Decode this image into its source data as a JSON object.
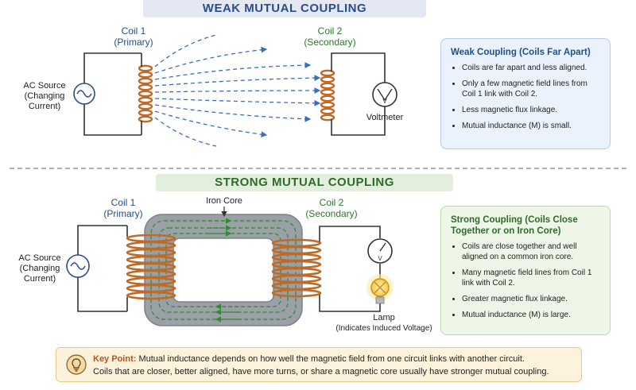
{
  "weak": {
    "title": "WEAK MUTUAL COUPLING",
    "coil1_title": "Coil 1",
    "coil1_sub": "(Primary)",
    "coil2_title": "Coil 2",
    "coil2_sub": "(Secondary)",
    "source_label": [
      "AC Source",
      "(Changing",
      "Current)"
    ],
    "meter_label": "Voltmeter",
    "box_title": "Weak Coupling (Coils Far Apart)",
    "bullets": [
      "Coils are far apart and less aligned.",
      "Only a few magnetic field lines from Coil 1 link with Coil 2.",
      "Less magnetic flux linkage.",
      "Mutual inductance (M) is small."
    ]
  },
  "strong": {
    "title": "STRONG MUTUAL COUPLING",
    "coil1_title": "Coil 1",
    "coil1_sub": "(Primary)",
    "coil2_title": "Coil 2",
    "coil2_sub": "(Secondary)",
    "core_label": "Iron Core",
    "source_label": [
      "AC Source",
      "(Changing",
      "Current)"
    ],
    "lamp_label": "Lamp",
    "lamp_sub": "(Indicates Induced Voltage)",
    "box_title": "Strong Coupling (Coils Close Together or on Iron Core)",
    "bullets": [
      "Coils are close together and well aligned on a common iron core.",
      "Many magnetic field lines from Coil 1 link with Coil 2.",
      "Greater magnetic flux linkage.",
      "Mutual inductance (M) is large."
    ]
  },
  "key": {
    "label": "Key Point:",
    "line1": "Mutual inductance depends on how well the magnetic field from one circuit links with another circuit.",
    "line2": "Coils that are closer, better aligned, have more turns, or share a magnetic core usually have stronger mutual coupling."
  },
  "colors": {
    "wire": "#333333",
    "copper": "#c06a28",
    "flux": "#3a6fb8",
    "core": "#9aa0a6",
    "core_flux": "#2e8b2e",
    "lamp": "#f6c445"
  },
  "icons": [
    "ac-source-icon",
    "voltmeter-icon",
    "lamp-icon",
    "lightbulb-icon"
  ]
}
